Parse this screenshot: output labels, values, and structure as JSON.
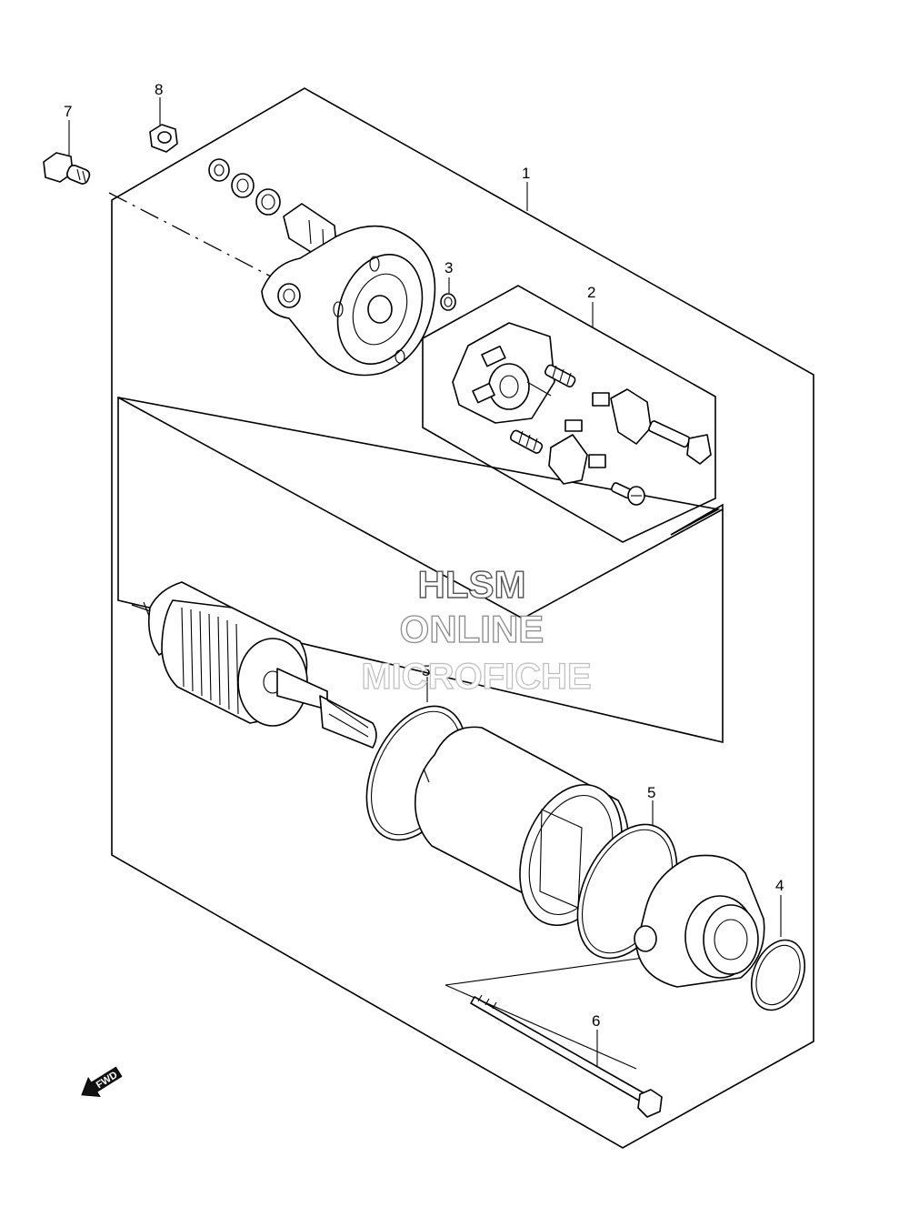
{
  "callouts": [
    {
      "id": "1",
      "text": "1"
    },
    {
      "id": "2",
      "text": "2"
    },
    {
      "id": "3",
      "text": "3"
    },
    {
      "id": "4",
      "text": "4"
    },
    {
      "id": "5a",
      "text": "5"
    },
    {
      "id": "5b",
      "text": "5"
    },
    {
      "id": "6",
      "text": "6"
    },
    {
      "id": "7",
      "text": "7"
    },
    {
      "id": "8",
      "text": "8"
    }
  ],
  "watermark": {
    "line1": "HLSM",
    "line2": "ONLINE",
    "line3": "MICROFICHE"
  },
  "direction_arrow": {
    "label": "FWD",
    "icon": "fwd-arrow-icon"
  }
}
